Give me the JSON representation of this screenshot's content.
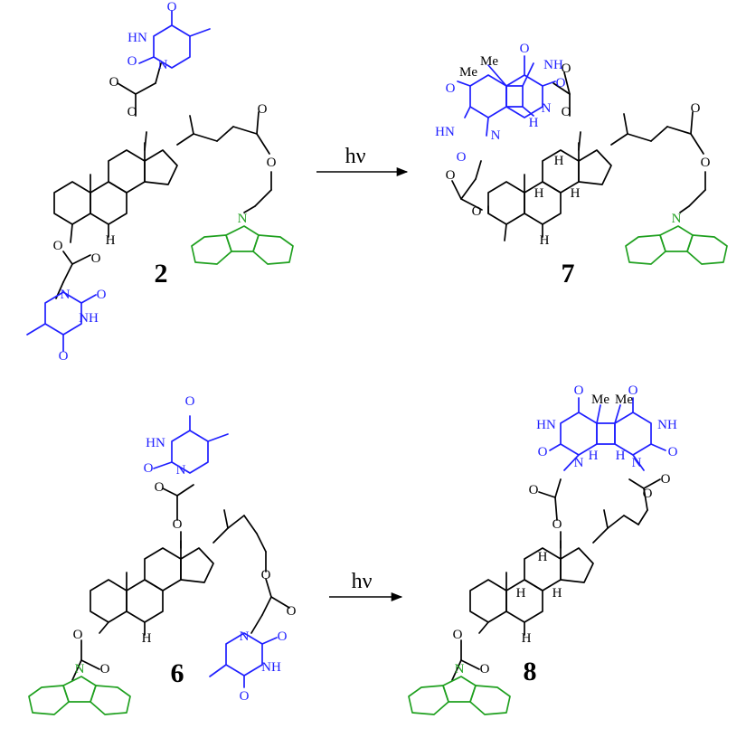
{
  "colors": {
    "bond": "#000000",
    "nucleobase": "#1f1fff",
    "carbazole": "#1fa01f"
  },
  "compounds": {
    "c2": "2",
    "c7": "7",
    "c6": "6",
    "c8": "8"
  },
  "reagents": {
    "top": "hν",
    "bottom": "hν"
  },
  "atoms": {
    "O": "O",
    "N": "N",
    "H": "H",
    "HN": "HN",
    "NH": "NH",
    "Me": "Me"
  }
}
